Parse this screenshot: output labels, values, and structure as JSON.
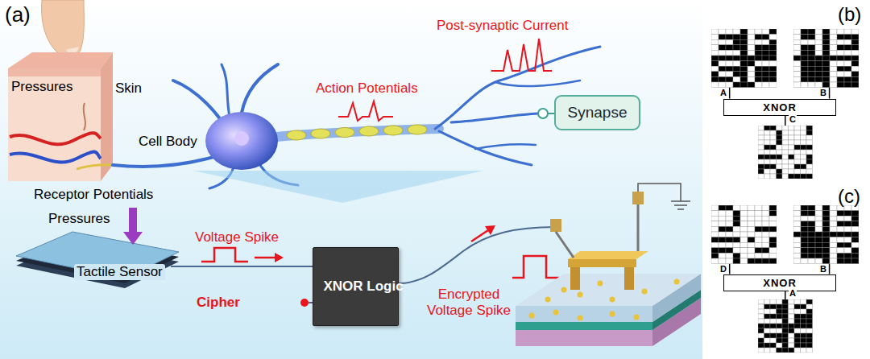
{
  "diagram": {
    "nodes": [
      {
        "text": [
          "Synapse"
        ]
      },
      {
        "text": [
          "XNOR Logic"
        ]
      },
      {
        "text": [
          "A"
        ]
      },
      {
        "text": [
          "B"
        ]
      },
      {
        "text": [
          "XNOR"
        ]
      },
      {
        "text": [
          "C"
        ]
      },
      {
        "text": [
          "D"
        ]
      },
      {
        "text": [
          "B"
        ]
      },
      {
        "text": [
          "XNOR"
        ]
      },
      {
        "text": [
          "A"
        ]
      }
    ],
    "edges": [
      {
        "from": 2,
        "to": 4,
        "arrow": "none"
      },
      {
        "from": 3,
        "to": 4,
        "arrow": "none"
      },
      {
        "from": 4,
        "to": 5,
        "arrow": "none"
      },
      {
        "from": 6,
        "to": 8,
        "arrow": "none"
      },
      {
        "from": 7,
        "to": 8,
        "arrow": "none"
      },
      {
        "from": 8,
        "to": 9,
        "arrow": "none"
      }
    ],
    "labels": [
      "(a)",
      "Pressures",
      "Skin",
      "Receptor Potentials",
      "Cell Body",
      "Action Potentials",
      "Post-synaptic Current",
      "Pressures",
      "Tactile Sensor",
      "Voltage Spike",
      "Cipher",
      "Encrypted Voltage Spike",
      "(b)",
      "(c)"
    ]
  }
}
